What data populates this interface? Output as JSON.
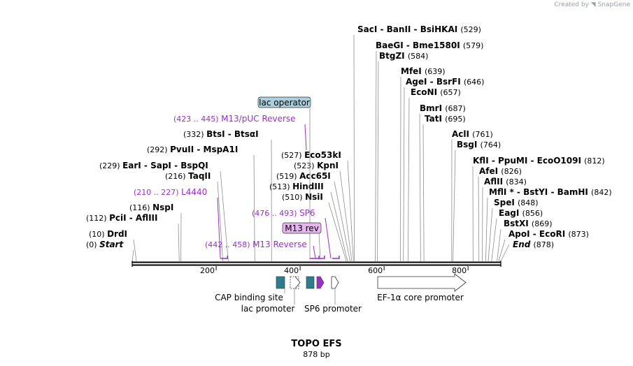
{
  "header": {
    "credit": "Created by",
    "brand": "SnapGene"
  },
  "map": {
    "title": "TOPO EFS",
    "length_label": "878 bp",
    "total_bp": 878,
    "start_label": "Start",
    "end_label": "End",
    "start_pos": "(0)",
    "end_pos": "(878)",
    "ticks": [
      {
        "value": 200,
        "label": "200"
      },
      {
        "value": 400,
        "label": "400"
      },
      {
        "value": 600,
        "label": "600"
      },
      {
        "value": 800,
        "label": "800"
      }
    ]
  },
  "colors": {
    "purple": "#9b2fc9",
    "teal": "#2e7d8c",
    "lac_box": "#a9d0dc",
    "m13_box": "#e8b4f0"
  },
  "sites_left": [
    {
      "name": "DrdI",
      "pos": "(10)",
      "bp": 10
    },
    {
      "name": "PciI  -  AflIII",
      "pos": "(112)",
      "bp": 112
    },
    {
      "name": "NspI",
      "pos": "(116)",
      "bp": 116
    },
    {
      "name": "TaqII",
      "pos": "(216)",
      "bp": 216
    },
    {
      "name": "EarI  -  SapI  -  BspQI",
      "pos": "(229)",
      "bp": 229
    },
    {
      "name": "PvuII  -  MspA1I",
      "pos": "(292)",
      "bp": 292
    },
    {
      "name": "BtsI  -  BtsαI",
      "pos": "(332)",
      "bp": 332
    },
    {
      "name": "NsiI",
      "pos": "(510)",
      "bp": 510
    },
    {
      "name": "HindIII",
      "pos": "(513)",
      "bp": 513
    },
    {
      "name": "Acc65I",
      "pos": "(519)",
      "bp": 519
    },
    {
      "name": "KpnI",
      "pos": "(523)",
      "bp": 523
    },
    {
      "name": "Eco53kI",
      "pos": "(527)",
      "bp": 527
    }
  ],
  "sites_right": [
    {
      "name": "SacI  -  BanII  -  BsiHKAI",
      "pos": "(529)",
      "bp": 529
    },
    {
      "name": "BaeGI  -  Bme1580I",
      "pos": "(579)",
      "bp": 579
    },
    {
      "name": "BtgZI",
      "pos": "(584)",
      "bp": 584
    },
    {
      "name": "MfeI",
      "pos": "(639)",
      "bp": 639
    },
    {
      "name": "AgeI  -  BsrFI",
      "pos": "(646)",
      "bp": 646
    },
    {
      "name": "EcoNI",
      "pos": "(657)",
      "bp": 657
    },
    {
      "name": "BmrI",
      "pos": "(687)",
      "bp": 687
    },
    {
      "name": "TatI",
      "pos": "(695)",
      "bp": 695
    },
    {
      "name": "AclI",
      "pos": "(761)",
      "bp": 761
    },
    {
      "name": "BsgI",
      "pos": "(764)",
      "bp": 764
    },
    {
      "name": "KflI  -  PpuMI  -  EcoO109I",
      "pos": "(812)",
      "bp": 812
    },
    {
      "name": "AfeI",
      "pos": "(826)",
      "bp": 826
    },
    {
      "name": "AflII",
      "pos": "(834)",
      "bp": 834
    },
    {
      "name": "MflI *  -  BstYI  -  BamHI",
      "pos": "(842)",
      "bp": 842
    },
    {
      "name": "SpeI",
      "pos": "(848)",
      "bp": 848
    },
    {
      "name": "EagI",
      "pos": "(856)",
      "bp": 856
    },
    {
      "name": "BstXI",
      "pos": "(869)",
      "bp": 869
    },
    {
      "name": "ApoI  -  EcoRI",
      "pos": "(873)",
      "bp": 873
    }
  ],
  "primers": [
    {
      "name": "L4440",
      "range": "(210 .. 227)",
      "start": 210,
      "end": 227
    },
    {
      "name": "M13/pUC Reverse",
      "range": "(423 .. 445)",
      "start": 423,
      "end": 445
    },
    {
      "name": "M13 Reverse",
      "range": "(442 .. 458)",
      "start": 442,
      "end": 458
    },
    {
      "name": "SP6",
      "range": "(476 .. 493)",
      "start": 476,
      "end": 493
    }
  ],
  "boxed_features": [
    {
      "name": "lac operator",
      "style": "lac"
    },
    {
      "name": "M13 rev",
      "style": "m13"
    }
  ],
  "features": [
    {
      "name": "CAP binding site"
    },
    {
      "name": "lac promoter"
    },
    {
      "name": "SP6 promoter"
    },
    {
      "name": "EF-1α core promoter"
    }
  ]
}
